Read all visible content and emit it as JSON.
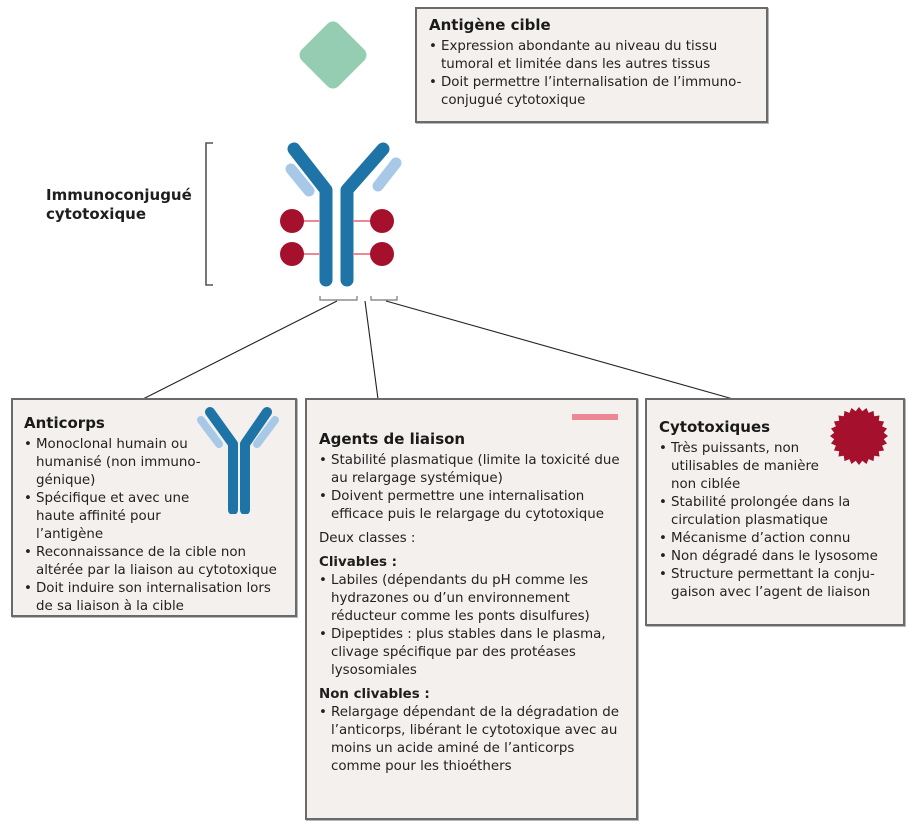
{
  "colors": {
    "antigen": "#95cdb2",
    "heavy_chain": "#1e74a6",
    "light_chain": "#a7c8e6",
    "cytotoxic": "#a5102c",
    "linker": "#ec8896",
    "box_bg": "#f3f0ed",
    "box_border": "#6a6a6a"
  },
  "immunoconjugate_label": [
    "Immunoconjugué",
    "cytotoxique"
  ],
  "antigen_box": {
    "title": "Antigène cible",
    "icon": "antigen-diamond",
    "bullets": [
      "Expression abondante au niveau du tissu tumoral et limitée dans les autres tissus",
      "Doit permettre l’internalisation de l’immuno-conjugué cytotoxique"
    ]
  },
  "antibody_box": {
    "title": "Anticorps",
    "icon": "antibody",
    "bullets": [
      "Monoclonal humain ou humanisé (non immuno-génique)",
      "Spécifique et avec une haute affinité pour l’antigène",
      "Reconnaissance de la cible non altérée par la liaison au cytotoxique",
      "Doit induire son internalisation lors de sa liaison à la cible"
    ]
  },
  "linker_box": {
    "title": "Agents de liaison",
    "icon": "linker-bar",
    "bullets": [
      "Stabilité plasmatique (limite la toxicité due au relargage systémique)",
      "Doivent permettre une internalisation efficace puis le relargage du cytotoxique"
    ],
    "classes_label": "Deux classes :",
    "cleavable_title": "Clivables :",
    "cleavable_bullets": [
      "Labiles (dépendants du pH comme les hydrazones ou d’un environnement réducteur comme les ponts disulfures)",
      "Dipeptides : plus stables dans le plasma, clivage spécifique par des protéases lysosomiales"
    ],
    "noncleavable_title": "Non clivables :",
    "noncleavable_bullets": [
      "Relargage dépendant de la dégradation de l’anticorps, libérant le cytotoxique avec au moins un acide aminé de l’anticorps comme pour les thioéthers"
    ]
  },
  "cyto_box": {
    "title": "Cytotoxiques",
    "icon": "cytotoxic-blob",
    "bullets": [
      "Très puissants, non utilisables de manière non ciblée",
      "Stabilité prolongée dans la circulation plasmatique",
      "Mécanisme d’action connu",
      "Non dégradé dans le lysosome",
      "Structure permettant la conju-gaison avec l’agent de liaison"
    ]
  }
}
